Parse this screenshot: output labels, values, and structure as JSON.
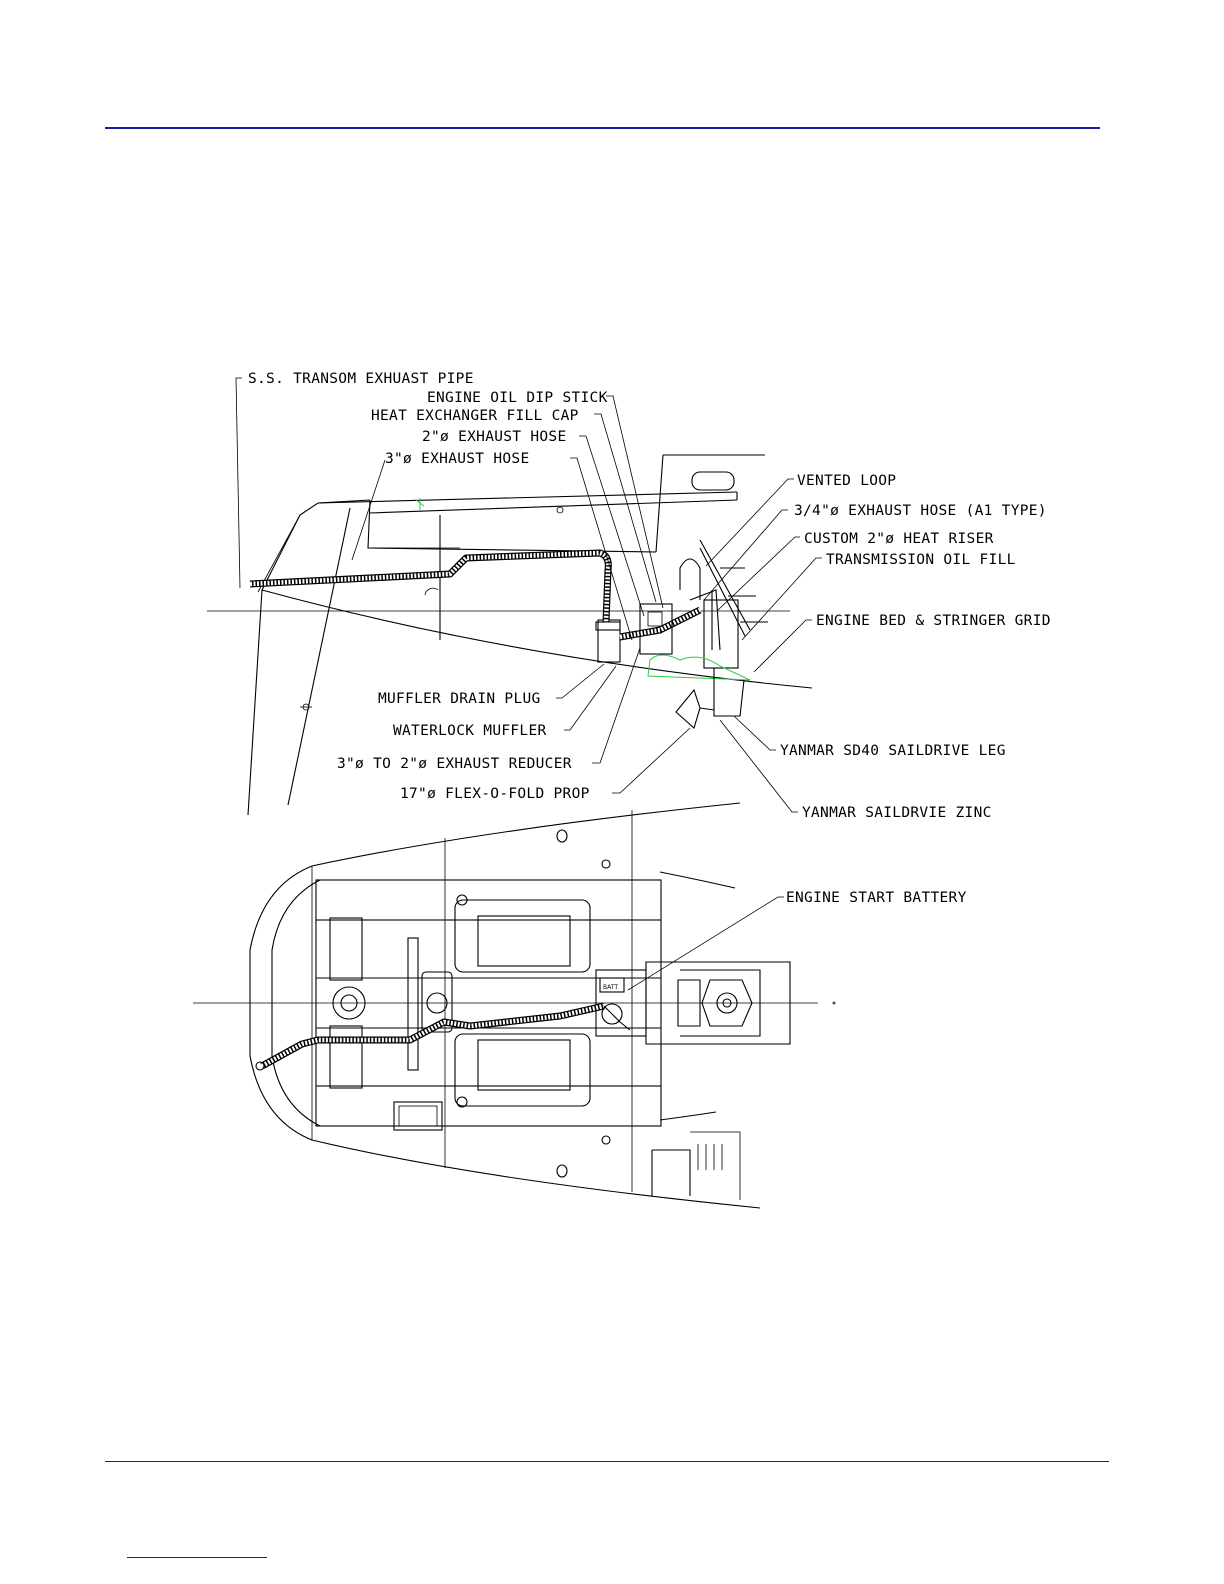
{
  "profile_labels": {
    "transom_pipe": "S.S. TRANSOM EXHUAST PIPE",
    "dip_stick": "ENGINE OIL DIP STICK",
    "fill_cap": "HEAT EXCHANGER FILL CAP",
    "hose_2in": "2\"ø EXHAUST HOSE",
    "hose_3in": "3\"ø EXHAUST HOSE",
    "vented_loop": "VENTED LOOP",
    "hose_34": "3/4\"ø EXHAUST HOSE (A1 TYPE)",
    "heat_riser": "CUSTOM 2\"ø HEAT RISER",
    "trans_fill": "TRANSMISSION OIL FILL",
    "engine_bed": "ENGINE BED & STRINGER GRID",
    "drain_plug": "MUFFLER DRAIN PLUG",
    "waterlock": "WATERLOCK MUFFLER",
    "reducer": "3\"ø TO 2\"ø EXHAUST REDUCER",
    "prop": "17\"ø FLEX-O-FOLD PROP",
    "saildrive_leg": "YANMAR SD40 SAILDRIVE LEG",
    "saildrive_zinc": "YANMAR SAILDRVIE ZINC"
  },
  "plan_labels": {
    "battery": "ENGINE START BATTERY",
    "batt_box": "BATT"
  }
}
